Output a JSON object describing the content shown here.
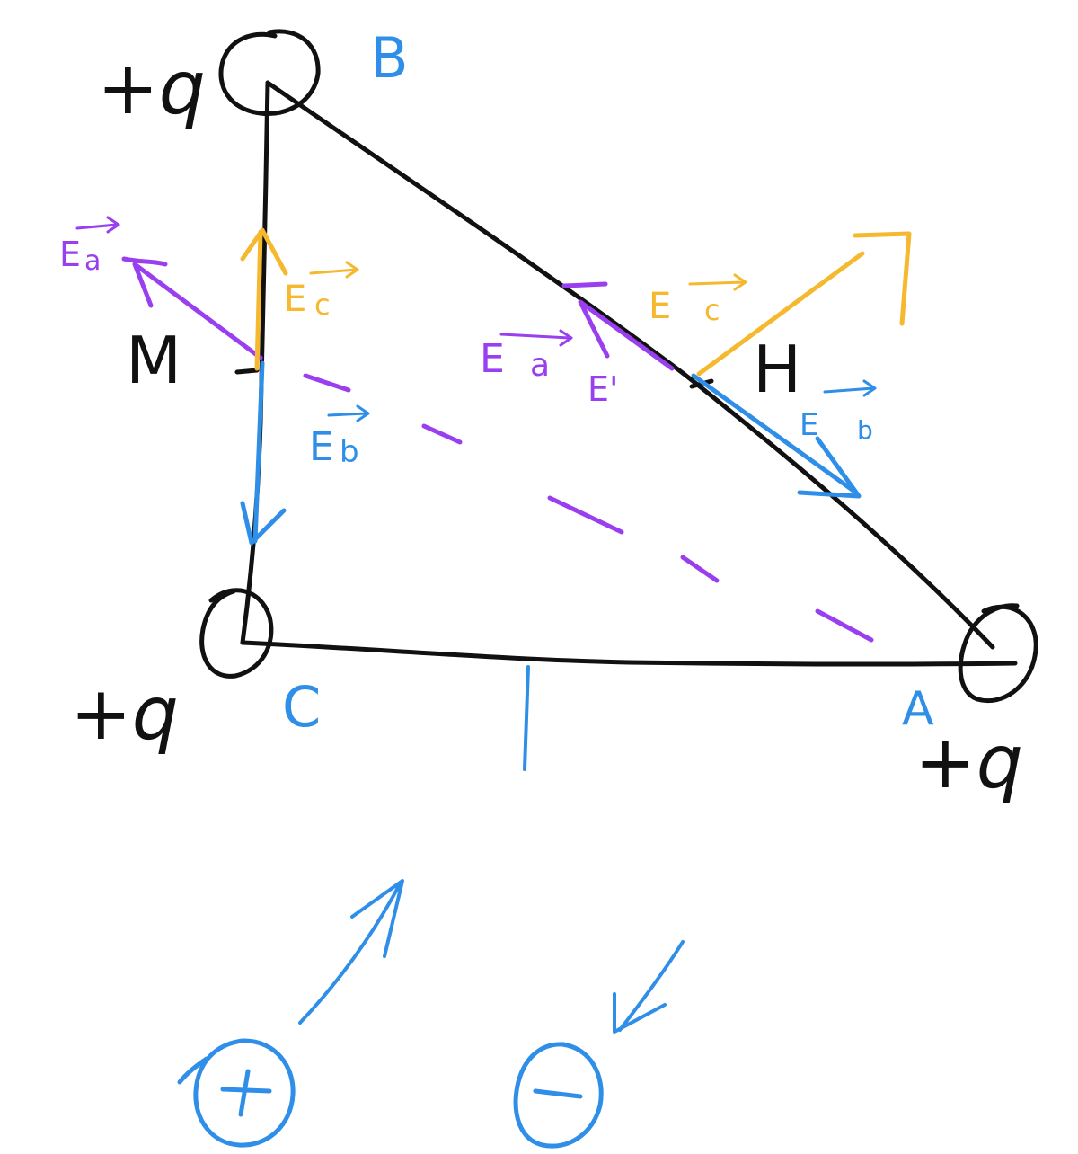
{
  "colors": {
    "black": "#111111",
    "blue": "#2f8fe8",
    "purple": "#9a3ff0",
    "yellow": "#f5b82e"
  },
  "charges": {
    "b": "+q",
    "c": "+q",
    "a": "+q"
  },
  "vertices": {
    "b": "B",
    "c": "C",
    "a": "A"
  },
  "points": {
    "m": "M",
    "h": "H"
  },
  "fields_at_m": {
    "ea": "E",
    "ea_sub": "a",
    "eb": "E",
    "eb_sub": "b",
    "ec": "E",
    "ec_sub": "c"
  },
  "fields_at_h": {
    "ea": "E",
    "ea_sub": "a",
    "eb": "E",
    "eb_sub": "b",
    "ec": "E",
    "ec_sub": "c",
    "resultant": "E'"
  },
  "legend": {
    "plus_icon": "plus-circle-icon",
    "minus_icon": "minus-circle-icon"
  }
}
